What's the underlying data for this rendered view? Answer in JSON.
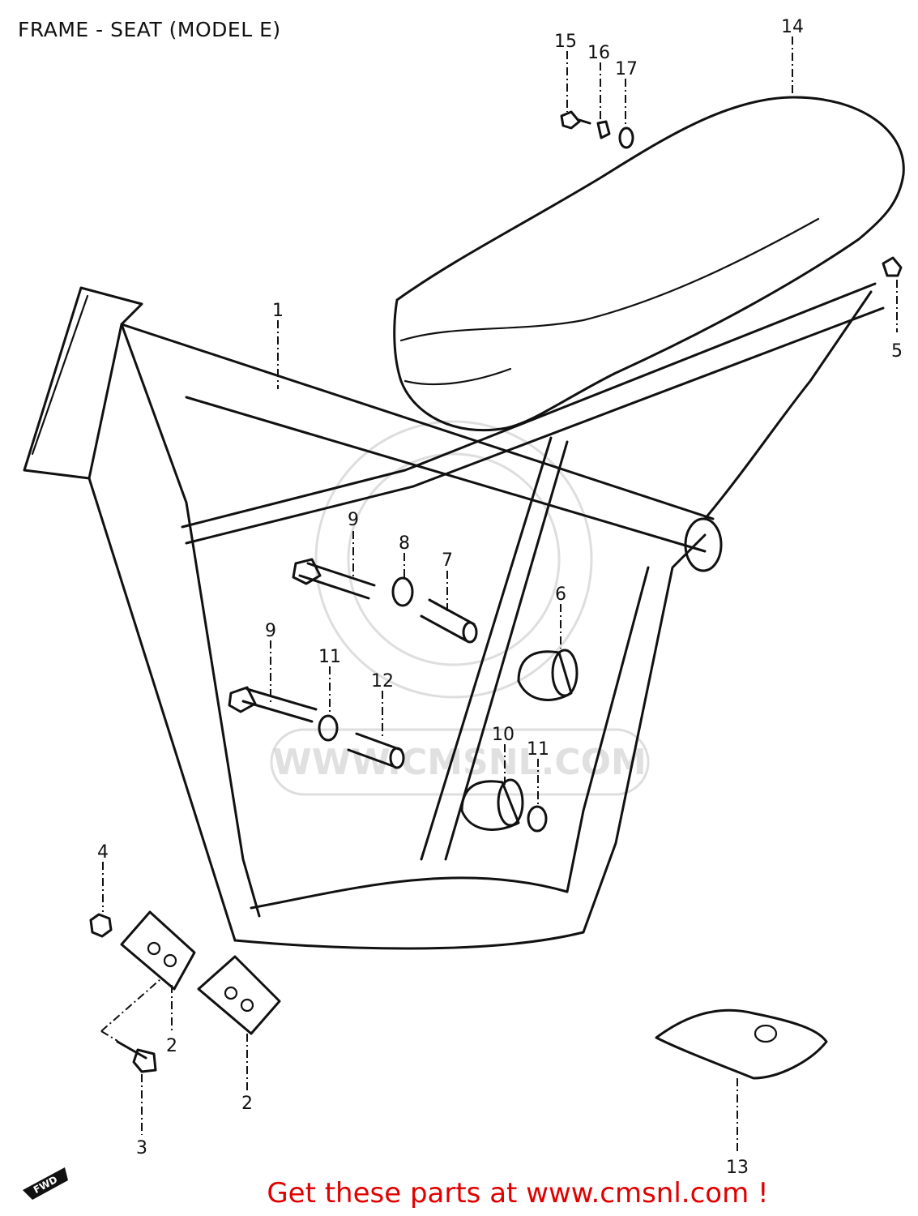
{
  "title": "FRAME - SEAT (MODEL E)",
  "footer": "Get these parts at www.cmsnl.com !",
  "watermark": "WWW.CMSNL.COM",
  "fwd_mark": "FWD",
  "colors": {
    "footer_text": "#e00000",
    "lines": "#111111",
    "watermark": "#bdbdbd"
  },
  "callouts": [
    {
      "id": "c1",
      "label": "1"
    },
    {
      "id": "c2a",
      "label": "2"
    },
    {
      "id": "c2b",
      "label": "2"
    },
    {
      "id": "c3",
      "label": "3"
    },
    {
      "id": "c4",
      "label": "4"
    },
    {
      "id": "c5",
      "label": "5"
    },
    {
      "id": "c6",
      "label": "6"
    },
    {
      "id": "c7",
      "label": "7"
    },
    {
      "id": "c8",
      "label": "8"
    },
    {
      "id": "c9a",
      "label": "9"
    },
    {
      "id": "c9b",
      "label": "9"
    },
    {
      "id": "c10",
      "label": "10"
    },
    {
      "id": "c11a",
      "label": "11"
    },
    {
      "id": "c11b",
      "label": "11"
    },
    {
      "id": "c12",
      "label": "12"
    },
    {
      "id": "c13",
      "label": "13"
    },
    {
      "id": "c14",
      "label": "14"
    },
    {
      "id": "c15",
      "label": "15"
    },
    {
      "id": "c16",
      "label": "16"
    },
    {
      "id": "c17",
      "label": "17"
    }
  ]
}
